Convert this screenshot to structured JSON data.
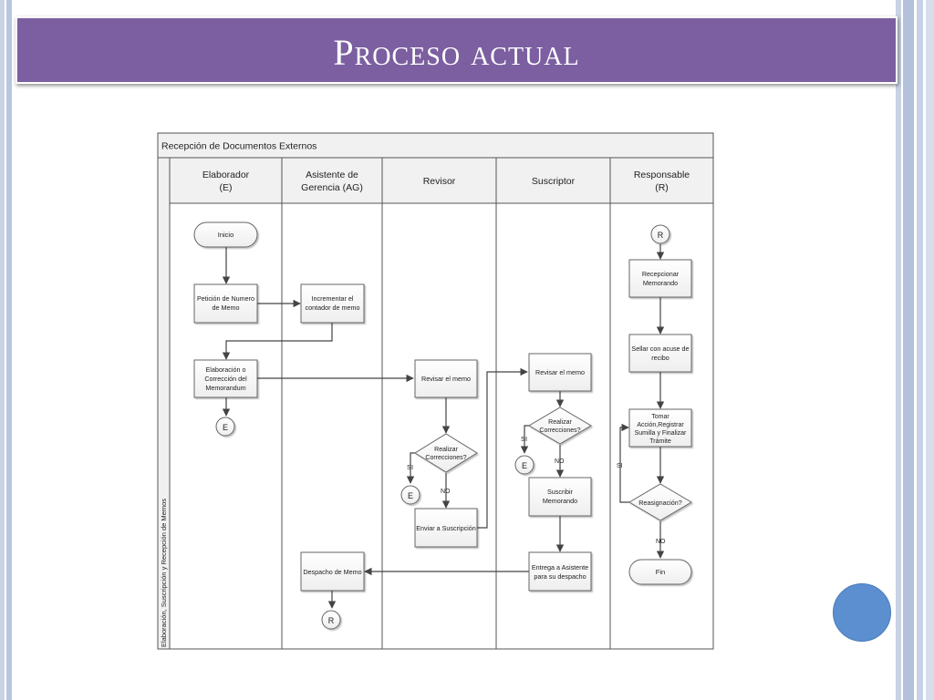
{
  "slide": {
    "title": "Proceso actual"
  },
  "diagram": {
    "pool_title": "Recepción de Documentos Externos",
    "pool_side_label": "Elaboración, Suscripción y Recepción de Memos",
    "lanes": [
      {
        "line1": "Elaborador",
        "line2": "(E)"
      },
      {
        "line1": "Asistente de",
        "line2": "Gerencia (AG)"
      },
      {
        "line1": "Revisor",
        "line2": ""
      },
      {
        "line1": "Suscriptor",
        "line2": ""
      },
      {
        "line1": "Responsable",
        "line2": "(R)"
      }
    ],
    "nodes": {
      "inicio": "Inicio",
      "peticion": [
        "Petición de Numero",
        "de Memo"
      ],
      "incrementar": [
        "Incrementar el",
        "contador de memo"
      ],
      "elaboracion": [
        "Elaboración o",
        "Corrección del",
        "Memorandum"
      ],
      "connector_e": "E",
      "revisar_revisor": "Revisar el memo",
      "decision_revisor": [
        "Realizar",
        "Correcciones?"
      ],
      "enviar": "Enviar a Suscripción",
      "despacho": "Despacho de Memo",
      "connector_r": "R",
      "revisar_suscriptor": "Revisar el memo",
      "decision_suscriptor": [
        "Realizar",
        "Correcciones?"
      ],
      "suscribir": [
        "Suscribir",
        "Memorando"
      ],
      "entrega": [
        "Entrega a Asistente",
        "para su despacho"
      ],
      "recepcionar": [
        "Recepcionar",
        "Memorando"
      ],
      "sellar": [
        "Sellar con acuse de",
        "recibo"
      ],
      "tomar": [
        "Tomar",
        "Acción,Registrar",
        "Sumilla y Finalizar",
        "Trámite"
      ],
      "reasignacion": "Reasignación?",
      "fin": "Fin"
    },
    "labels": {
      "si": "SI",
      "no": "NO"
    }
  },
  "colors": {
    "title_bar": "#7b5fa0",
    "accent_circle": "#5b8fd0",
    "lane_header": "#f1f1f1"
  }
}
